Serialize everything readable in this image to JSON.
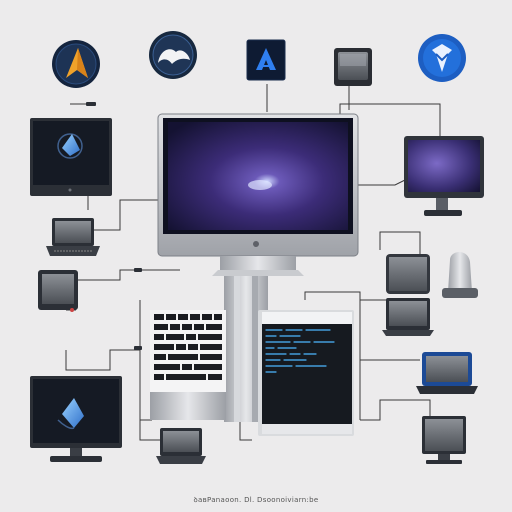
{
  "footer": {
    "text": "ꝺaвPanaoon. Dl.  Dsoonoiviarn:be"
  },
  "palette": {
    "background": "#ecebec",
    "cable": "#3a3a3a",
    "screen_dark": "#161a22",
    "bezel": "#2b2f36",
    "silver": "#b9bcc1",
    "accent_blue": "#1f6bd3",
    "wallpaper_purple": "#4d3c8d",
    "terminal_text": "#4db8ff"
  },
  "icons": {
    "top_row": [
      "orange-arrow-logo-icon",
      "cloud-logo-icon",
      "blue-a-logo-icon",
      "square-device-icon",
      "blue-shield-logo-icon"
    ]
  },
  "devices": [
    "central-monitor",
    "left-top-monitor",
    "right-laptop",
    "left-small-laptop",
    "left-tablet",
    "keyboard-tower",
    "server-terminal",
    "right-small-monitor",
    "right-router",
    "right-laptop-small",
    "right-blue-laptop",
    "left-bottom-monitor",
    "bottom-small-laptop",
    "right-bottom-monitor"
  ]
}
